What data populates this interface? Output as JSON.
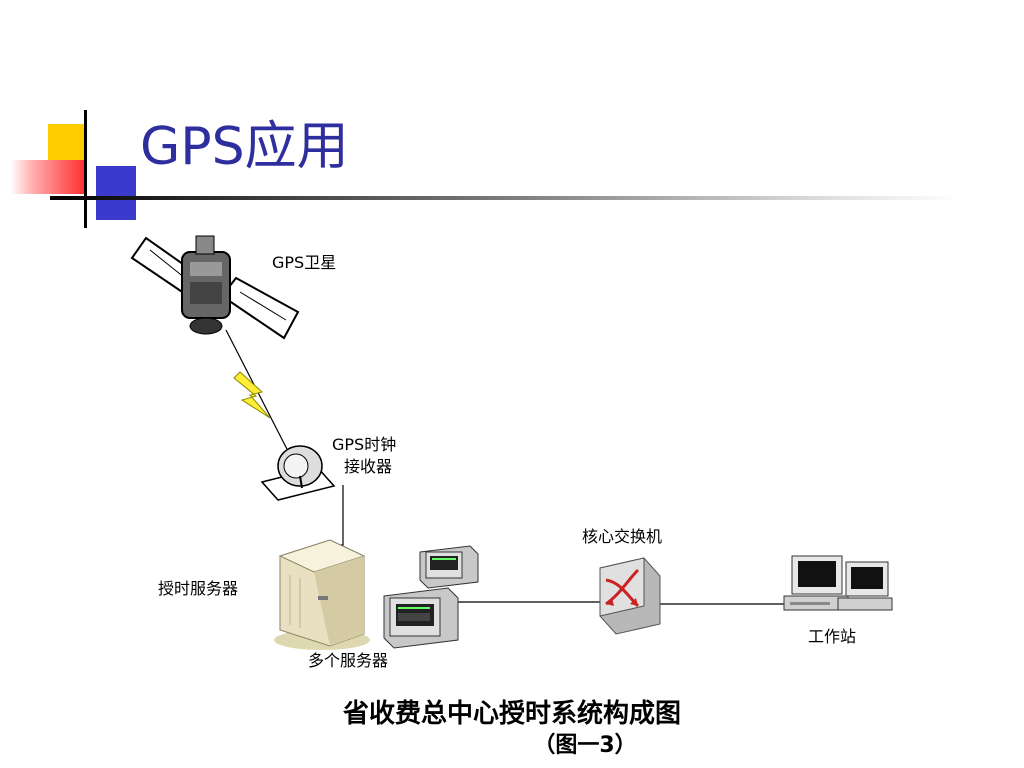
{
  "slide": {
    "title": "GPS应用"
  },
  "diagram": {
    "nodes": {
      "satellite": "GPS卫星",
      "receiver_line1": "GPS时钟",
      "receiver_line2": "接收器",
      "time_server": "授时服务器",
      "servers": "多个服务器",
      "switch": "核心交换机",
      "workstation": "工作站"
    },
    "caption_line1": "省收费总中心授时系统构成图",
    "caption_line2": "（图一3）"
  },
  "colors": {
    "title": "#2e2e9e",
    "accent_yellow": "#ffcc00",
    "accent_blue": "#3333cc",
    "accent_red": "#ff3333",
    "lightning": "#ffee33"
  }
}
